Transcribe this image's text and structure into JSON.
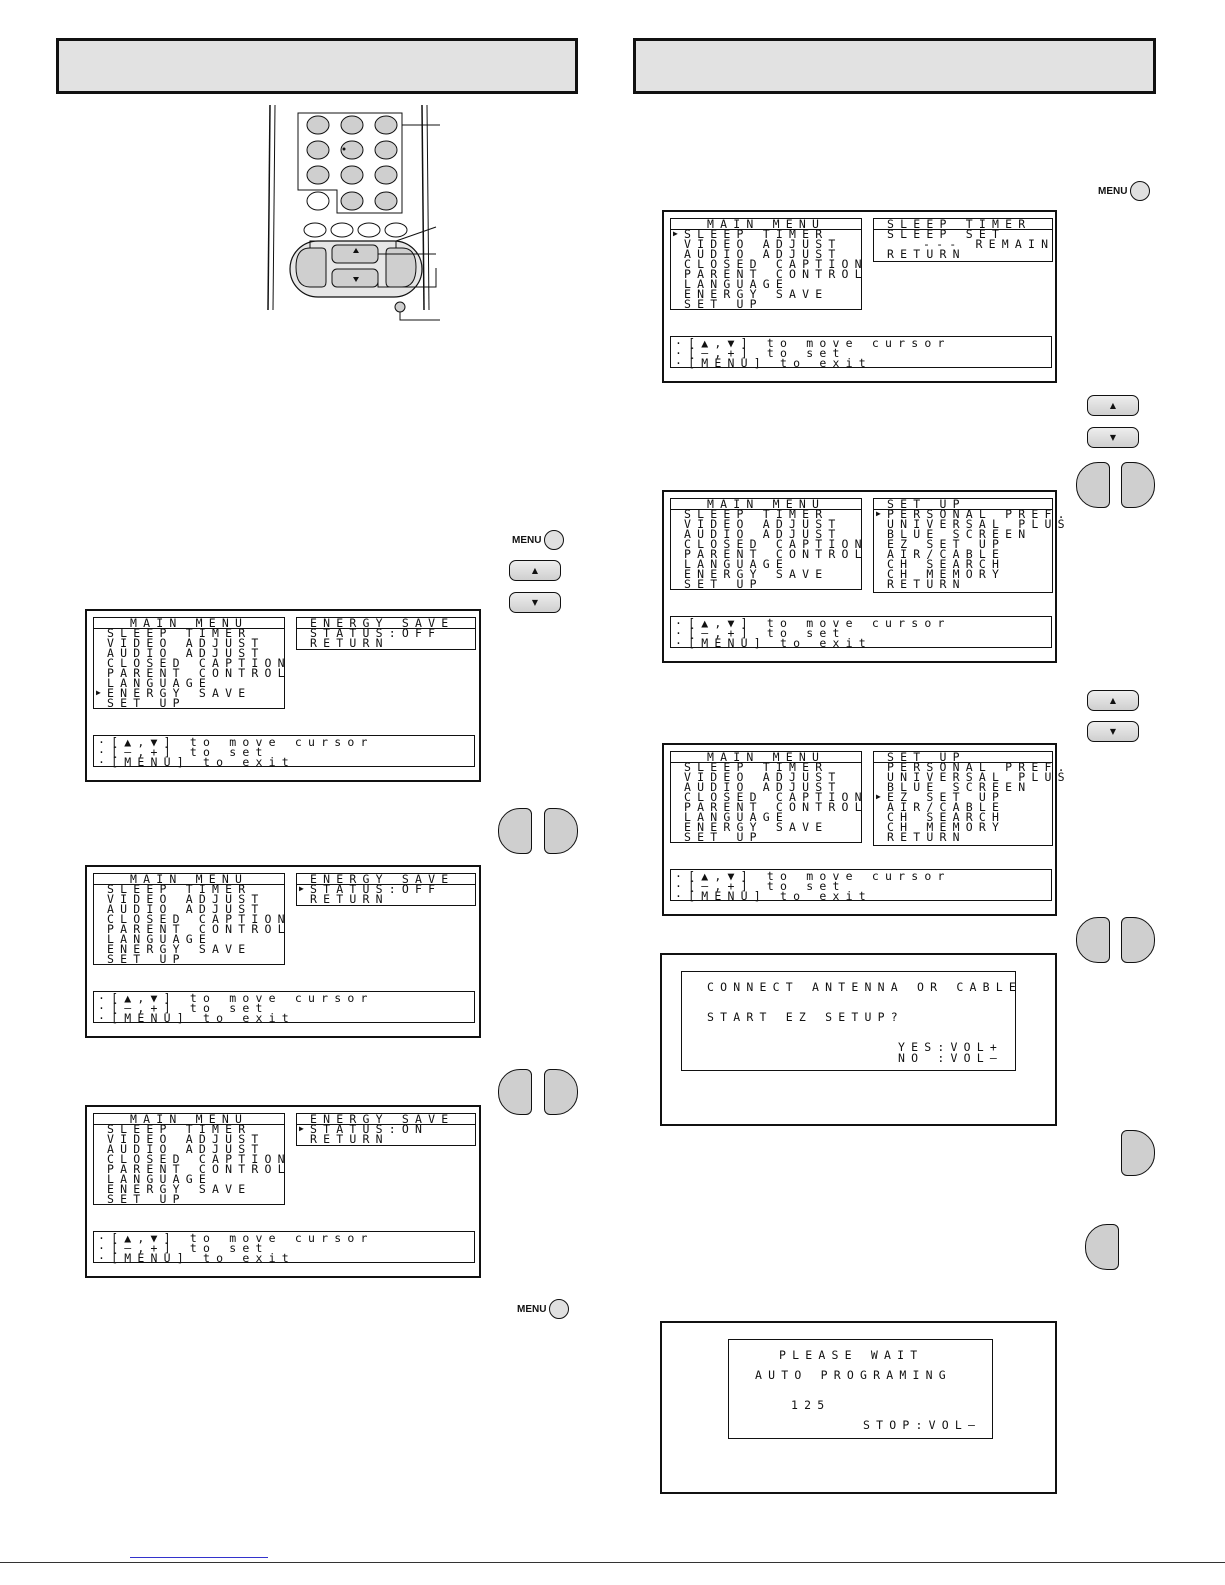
{
  "osd": {
    "main_menu": {
      "title": "MAIN MENU",
      "items": [
        "SLEEP TIMER",
        "VIDEO ADJUST",
        "AUDIO ADJUST",
        "CLOSED CAPTION",
        "PARENT CONTROL",
        "LANGUAGE",
        "ENERGY SAVE",
        "SET UP"
      ]
    },
    "energy_save": {
      "title": "ENERGY SAVE",
      "status_off": "STATUS:OFF",
      "status_on": "STATUS:ON",
      "return": "RETURN"
    },
    "sleep_timer": {
      "title": "SLEEP TIMER",
      "sleep_set": "SLEEP SET",
      "remain": "--- REMAIN",
      "return": "RETURN"
    },
    "set_up": {
      "title": "SET UP",
      "items": [
        "PERSONAL PREF.",
        "UNIVERSAL PLUS",
        "BLUE SCREEN",
        "EZ SET UP",
        "AIR/CABLE",
        "CH SEARCH",
        "CH MEMORY",
        "RETURN"
      ]
    },
    "help": [
      "·[▲,▼] to move cursor",
      "·[—,+] to set",
      "·[MENU] to exit"
    ],
    "cursor_symbol": "▶",
    "ez_setup_dialog": {
      "line1": "CONNECT ANTENNA OR CABLE",
      "line2": "START EZ SETUP?",
      "yes": "YES:VOL+",
      "no": "NO :VOL—"
    },
    "auto_program_dialog": {
      "line1": "PLEASE WAIT",
      "line2": "AUTO PROGRAMING",
      "channel": "125",
      "stop": "STOP:VOL—"
    }
  },
  "buttons": {
    "menu_label": "MENU",
    "up_symbol": "▲",
    "down_symbol": "▼"
  }
}
